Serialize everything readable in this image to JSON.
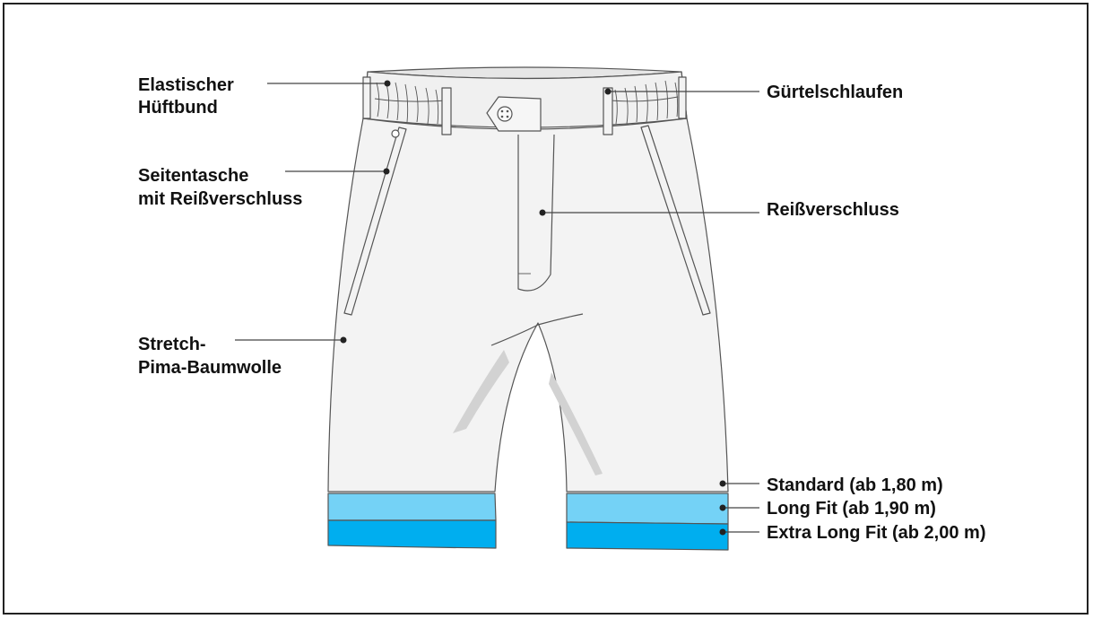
{
  "labels": {
    "waistband": [
      "Elastischer",
      "Hüftbund"
    ],
    "belt_loops": "Gürtelschlaufen",
    "side_pocket": [
      "Seitentasche",
      "mit Reißverschluss"
    ],
    "zipper": "Reißverschluss",
    "fabric": [
      "Stretch-",
      "Pima-Baumwolle"
    ],
    "standard": "Standard (ab 1,80 m)",
    "long_fit": "Long Fit (ab 1,90 m)",
    "extra_long_fit": "Extra Long Fit (ab 2,00 m)"
  },
  "colors": {
    "garment": "#f3f3f3",
    "outline": "#555555",
    "shadow": "#d2d2d2",
    "long_fit_band": "#74d2f6",
    "extra_long_band": "#00aeef",
    "text": "#111111"
  }
}
